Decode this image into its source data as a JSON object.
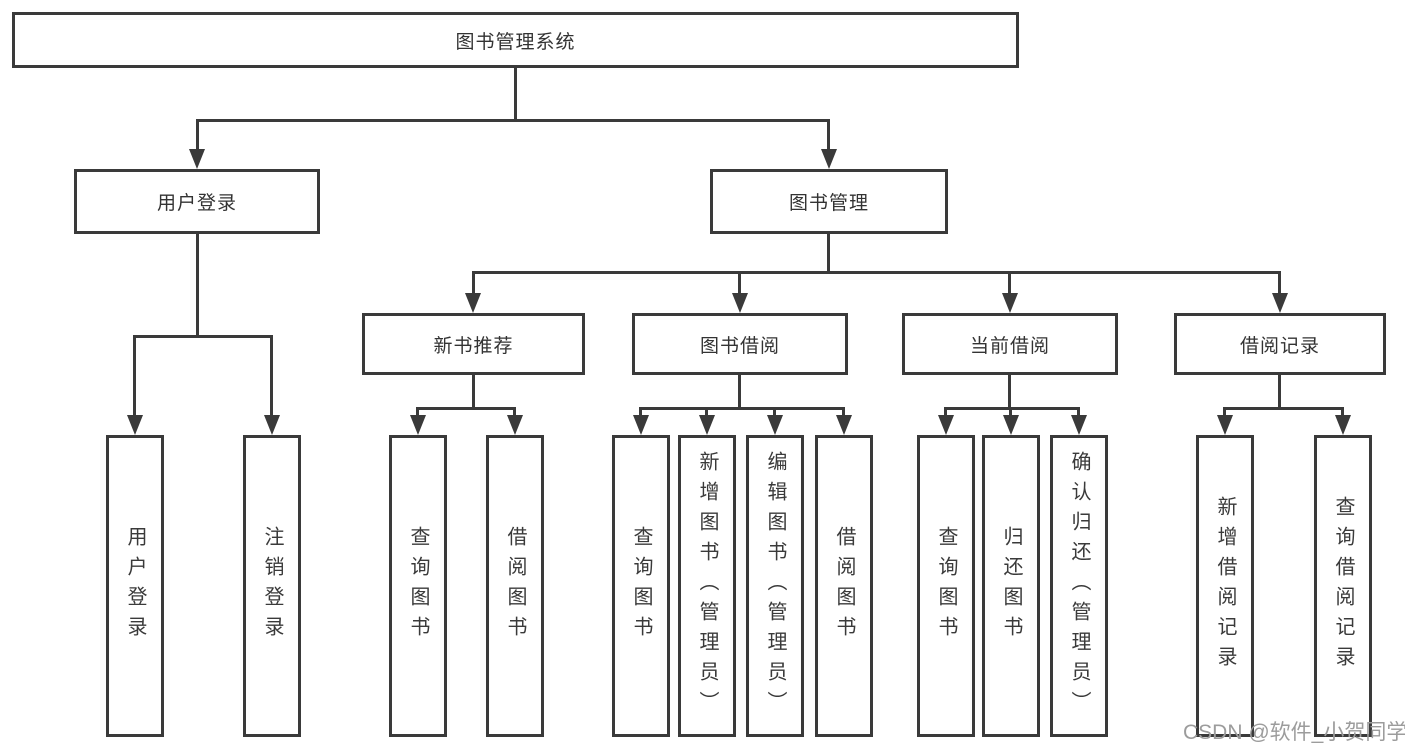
{
  "diagram": {
    "root": {
      "label": "图书管理系统"
    },
    "level2": [
      {
        "label": "用户登录"
      },
      {
        "label": "图书管理"
      }
    ],
    "level3": [
      {
        "label": "新书推荐"
      },
      {
        "label": "图书借阅"
      },
      {
        "label": "当前借阅"
      },
      {
        "label": "借阅记录"
      }
    ],
    "leaves": {
      "user_login": [
        "用户登录",
        "注销登录"
      ],
      "new_book": [
        "查询图书",
        "借阅图书"
      ],
      "book_borrow": [
        "查询图书",
        "新增图书（管理员）",
        "编辑图书（管理员）",
        "借阅图书"
      ],
      "current_borrow": [
        "查询图书",
        "归还图书",
        "确认归还（管理员）"
      ],
      "borrow_record": [
        "新增借阅记录",
        "查询借阅记录"
      ]
    }
  },
  "watermark": {
    "text": "CSDN @软件_小贺同学"
  },
  "colors": {
    "line": "#3a3a3a",
    "text": "#333333",
    "background": "#ffffff",
    "watermark": "#9c9c9c"
  }
}
